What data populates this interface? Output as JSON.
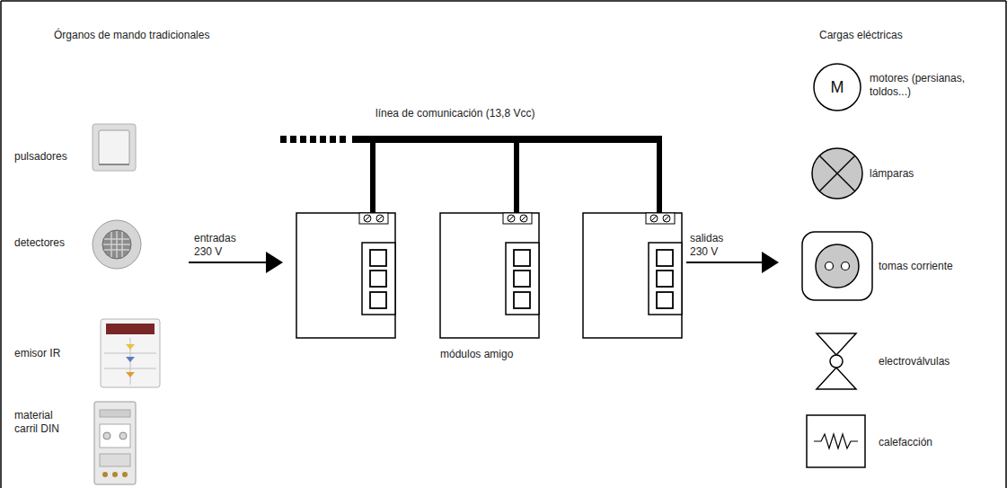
{
  "diagram": {
    "nodes": [
      {
        "text": [
          "M"
        ]
      }
    ],
    "labels": [
      "Órganos de mando tradicionales",
      "Cargas eléctricas",
      "pulsadores",
      "detectores",
      "emisor IR",
      "material carril DIN",
      "entradas 230 V",
      "línea de comunicación (13,8 Vcc)",
      "módulos amigo",
      "salidas 230 V",
      "motores (persianas, toldos...)",
      "lámparas",
      "tomas corriente",
      "electroválvulas",
      "calefacción"
    ]
  }
}
